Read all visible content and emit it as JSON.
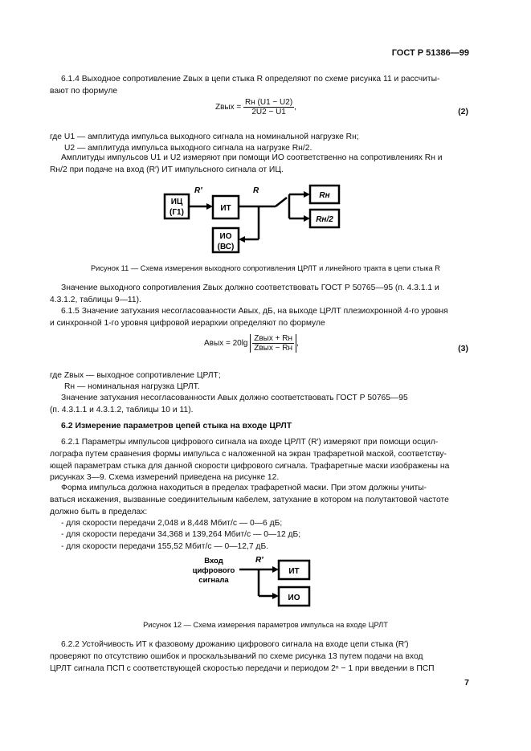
{
  "header": "ГОСТ Р 51386—99",
  "p614": [
    "6.1.4 Выходное сопротивление Zвых в цепи стыка R определяют по схеме рисунка 11 и рассчиты-",
    "вают по формуле"
  ],
  "formula2": {
    "lhs": "Zвых =",
    "num": "Rн (U1 − U2)",
    "den": "2U2 − U1",
    "tail": ",",
    "number": "(2)"
  },
  "where2": [
    "где U1 — амплитуда импульса выходного сигнала на номинальной нагрузке Rн;",
    "U2 — амплитуда импульса выходного сигнала на нагрузке Rн/2."
  ],
  "amp": [
    "Амплитуды импульсов U1 и U2 измеряют при помощи ИО соответственно на сопротивлениях Rн и",
    "Rн/2 при подаче на вход (R′) ИТ импульсного сигнала от ИЦ."
  ],
  "fig11": {
    "ic": [
      "ИЦ",
      "(Г1)"
    ],
    "it": "ИТ",
    "io": [
      "ИО",
      "(ВС)"
    ],
    "rn": "Rн",
    "rn2": "Rн/2",
    "r_prime": "R′",
    "r": "R"
  },
  "caption11": "Рисунок 11 — Схема измерения выходного сопротивления ЦРЛТ и линейного тракта в цепи стыка R",
  "value_text": [
    "Значение выходного сопротивления Zвых должно соответствовать ГОСТ Р 50765—95 (п. 4.3.1.1 и",
    "4.3.1.2, таблицы 9—11)."
  ],
  "p615": [
    "6.1.5 Значение затухания несогласованности Aвых, дБ, на выходе ЦРЛТ плезиохронной 4-го уровня",
    "и синхронной 1-го уровня цифровой иерархии определяют по формуле"
  ],
  "formula3": {
    "lhs": "Aвых = 20lg",
    "num": "Zвых + Rн",
    "den": "Zвых − Rн",
    "tail": ",",
    "number": "(3)"
  },
  "where3": [
    "где Zвых — выходное сопротивление ЦРЛТ;",
    "Rн — номинальная нагрузка ЦРЛТ."
  ],
  "atten_value": [
    "Значение затухания несогласованности Aвых должно соответствовать ГОСТ Р 50765—95",
    "(п. 4.3.1.1 и 4.3.1.2, таблицы 10 и 11)."
  ],
  "heading62": "6.2 Измерение параметров цепей стыка на входе ЦРЛТ",
  "p621": [
    "6.2.1 Параметры импульсов цифрового сигнала на входе ЦРЛТ (R′) измеряют при помощи осцил-",
    "лографа путем сравнения формы импульса с наложенной на экран трафаретной маской, соответству-",
    "ющей параметрам стыка для данной скорости цифрового сигнала. Трафаретные маски изображены на",
    "рисунках 3—9. Схема измерений приведена на рисунке 12."
  ],
  "form": [
    "Форма импульса должна находиться в пределах трафаретной маски. При этом должны учиты-",
    "ваться искажения, вызванные соединительным кабелем, затухание в котором на полутактовой частоте",
    "должно быть в пределах:"
  ],
  "speeds": [
    "- для скорости передачи 2,048 и 8,448 Мбит/с — 0—6 дБ;",
    "- для скорости передачи 34,368 и 139,264 Мбит/с — 0—12 дБ;",
    "- для скорости передачи 155,52 Мбит/с — 0—12,7 дБ."
  ],
  "fig12": {
    "input": [
      "Вход",
      "цифрового",
      "сигнала"
    ],
    "r_prime": "R′",
    "it": "ИТ",
    "io": "ИО"
  },
  "caption12": "Рисунок 12 — Схема измерения параметров импульса на входе ЦРЛТ",
  "p622": [
    "6.2.2 Устойчивость ИТ к фазовому дрожанию цифрового сигнала на входе цепи стыка (R′)",
    "проверяют по отсутствию ошибок и проскальзываний по схеме рисунка 13 путем подачи на вход",
    "ЦРЛТ сигнала ПСП с соответствующей скоростью передачи и периодом 2ⁿ − 1 при введении в ПСП"
  ],
  "page_number": "7"
}
